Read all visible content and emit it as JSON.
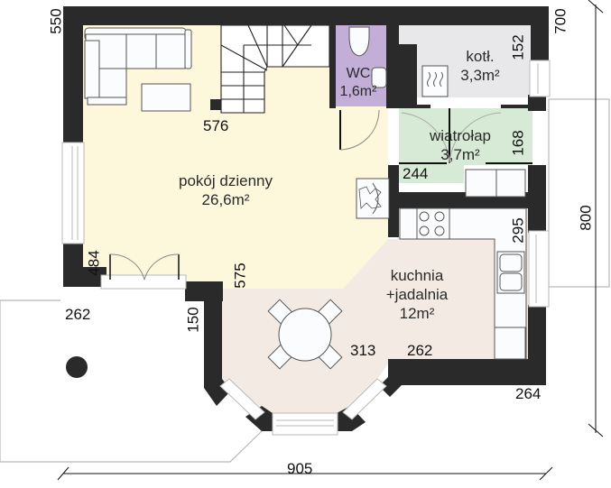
{
  "plan": {
    "colors": {
      "wall": "#2a2a2a",
      "living": "#fdf8dc",
      "wc": "#c2aed6",
      "boiler": "#e8e8ea",
      "vestibule": "#d6ead6",
      "kitchen": "#f3ebe3",
      "furniture": "#fbfcfd",
      "outline": "#555555",
      "terrace_outline": "#b8b8b8"
    },
    "rooms": {
      "living": {
        "name": "pokój dzienny",
        "area": "26,6m²"
      },
      "wc": {
        "name": "WC",
        "area": "1,6m²"
      },
      "boiler": {
        "name": "kotł.",
        "area": "3,3m²"
      },
      "vestibule": {
        "name": "wiatrołap",
        "area": "3,7m²"
      },
      "kitchen": {
        "name_line1": "kuchnia",
        "name_line2": "+jadalnia",
        "area": "12m²"
      }
    },
    "dimensions": {
      "left_top": "550",
      "right_top": "700",
      "stairs": "576",
      "boiler_width": "152",
      "vestibule_width": "168",
      "vestibule_len": "244",
      "kitchen_side": "295",
      "living_width": "575",
      "living_left": "484",
      "terrace": "262",
      "bay_left": "150",
      "dining": "313",
      "kitchen_bottom": "262",
      "right_bottom": "264",
      "overall_height": "800",
      "overall_width": "905"
    },
    "icons": {
      "heater": "boiler-heater-icon",
      "fireplace": "fireplace-icon",
      "column": "terrace-column"
    }
  }
}
